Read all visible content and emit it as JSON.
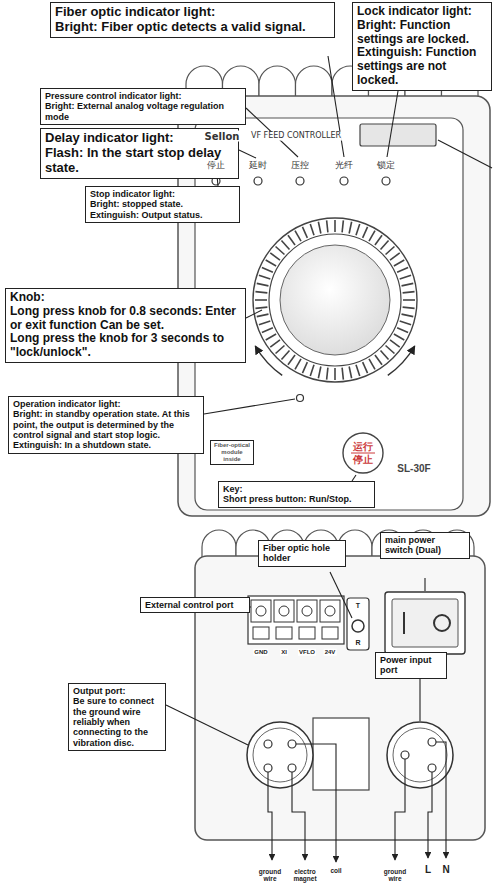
{
  "diagram": {
    "nodes": [
      {
        "text": [
          "Fiber optic indicator light:",
          "Bright: Fiber optic detects a valid signal."
        ]
      },
      {
        "text": [
          "Lock indicator light:",
          "Bright: Function settings are locked.",
          "Extinguish: Function settings are not locked."
        ]
      },
      {
        "text": [
          "Pressure control indicator light:",
          "Bright: External analog voltage regulation mode"
        ]
      },
      {
        "text": [
          "Delay indicator light:",
          "Flash: In the start stop delay state."
        ]
      },
      {
        "text": [
          "Stop indicator light:",
          "Bright: stopped state.",
          "Extinguish: Output status."
        ]
      },
      {
        "text": [
          "Knob:",
          "Long press knob for 0.8 seconds: Enter or exit function Can be set.",
          "Long press the knob for 3 seconds to \"lock/unlock\"."
        ]
      },
      {
        "text": [
          "Operation indicator light:",
          "Bright: in standby operation state. At this point, the output is determined by the control signal and start stop logic.",
          "Extinguish: In a shutdown state."
        ]
      },
      {
        "text": [
          "Key:",
          "Short press button: Run/Stop."
        ]
      },
      {
        "text": [
          "Fiber optic hole holder"
        ]
      },
      {
        "text": [
          "main power switch (Dual)"
        ]
      },
      {
        "text": [
          "External control port"
        ]
      },
      {
        "text": [
          "Power input port"
        ]
      },
      {
        "text": [
          "Output port:",
          "Be sure to connect the ground wire reliably when connecting to the vibration disc."
        ]
      },
      {
        "text": [
          "运行",
          "停止"
        ]
      },
      {
        "text": [
          "Fiber-optical module inside"
        ]
      }
    ],
    "labels": [
      "Sellon",
      "VF FEED CONTROLLER",
      "停止",
      "延时",
      "压控",
      "光纤",
      "锁定",
      "SL-30F",
      "GND",
      "XI",
      "VFLO",
      "24V",
      "T",
      "R",
      "ground wire",
      "electro magnet",
      "coil",
      "ground wire",
      "L",
      "N"
    ]
  }
}
